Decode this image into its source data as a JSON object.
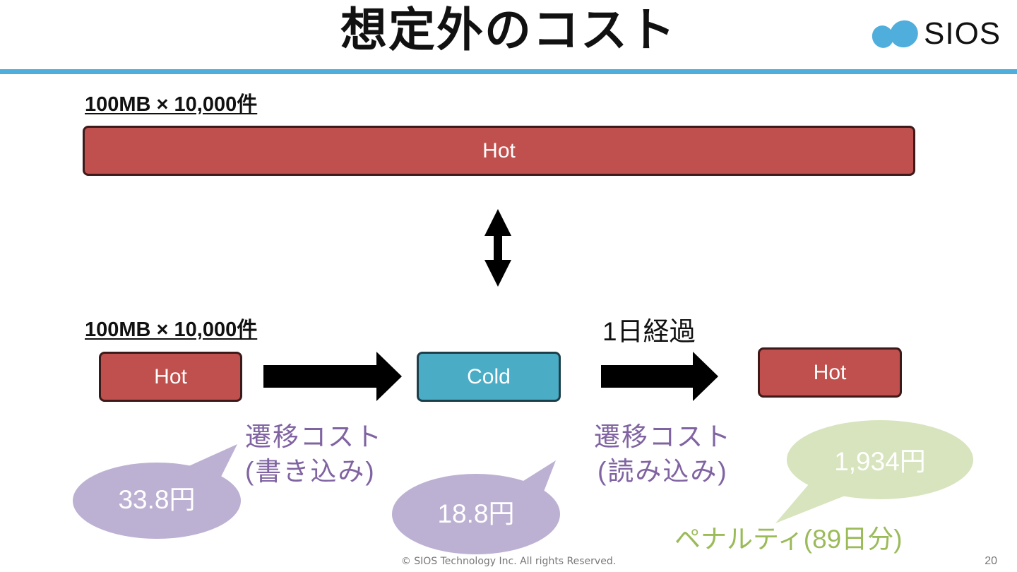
{
  "header": {
    "title": "想定外のコスト",
    "logo_text": "SIOS",
    "accent_color": "#4faedc"
  },
  "top_section": {
    "label": "100MB × 10,000件",
    "bar_label": "Hot"
  },
  "bottom_section": {
    "label": "100MB × 10,000件",
    "elapsed_label": "1日経過",
    "boxes": [
      {
        "label": "Hot",
        "color": "#c0504d"
      },
      {
        "label": "Cold",
        "color": "#4bacc6"
      },
      {
        "label": "Hot",
        "color": "#c0504d"
      }
    ]
  },
  "costs": {
    "write_label_line1": "遷移コスト",
    "write_label_line2": "(書き込み)",
    "write_cost": "33.8円",
    "storage_cost": "18.8円",
    "read_label_line1": "遷移コスト",
    "read_label_line2": "(読み込み)",
    "penalty_cost": "1,934円",
    "penalty_label": "ペナルティ(89日分)"
  },
  "colors": {
    "hot": "#c0504d",
    "cold": "#4bacc6",
    "cost_bubble": "#bdb1d3",
    "cost_text": "#8064a2",
    "penalty_bubble": "#d7e4bd",
    "penalty_text": "#9bbb59"
  },
  "footer": {
    "copyright": "© SIOS Technology Inc. All rights Reserved.",
    "page_number": "20"
  }
}
